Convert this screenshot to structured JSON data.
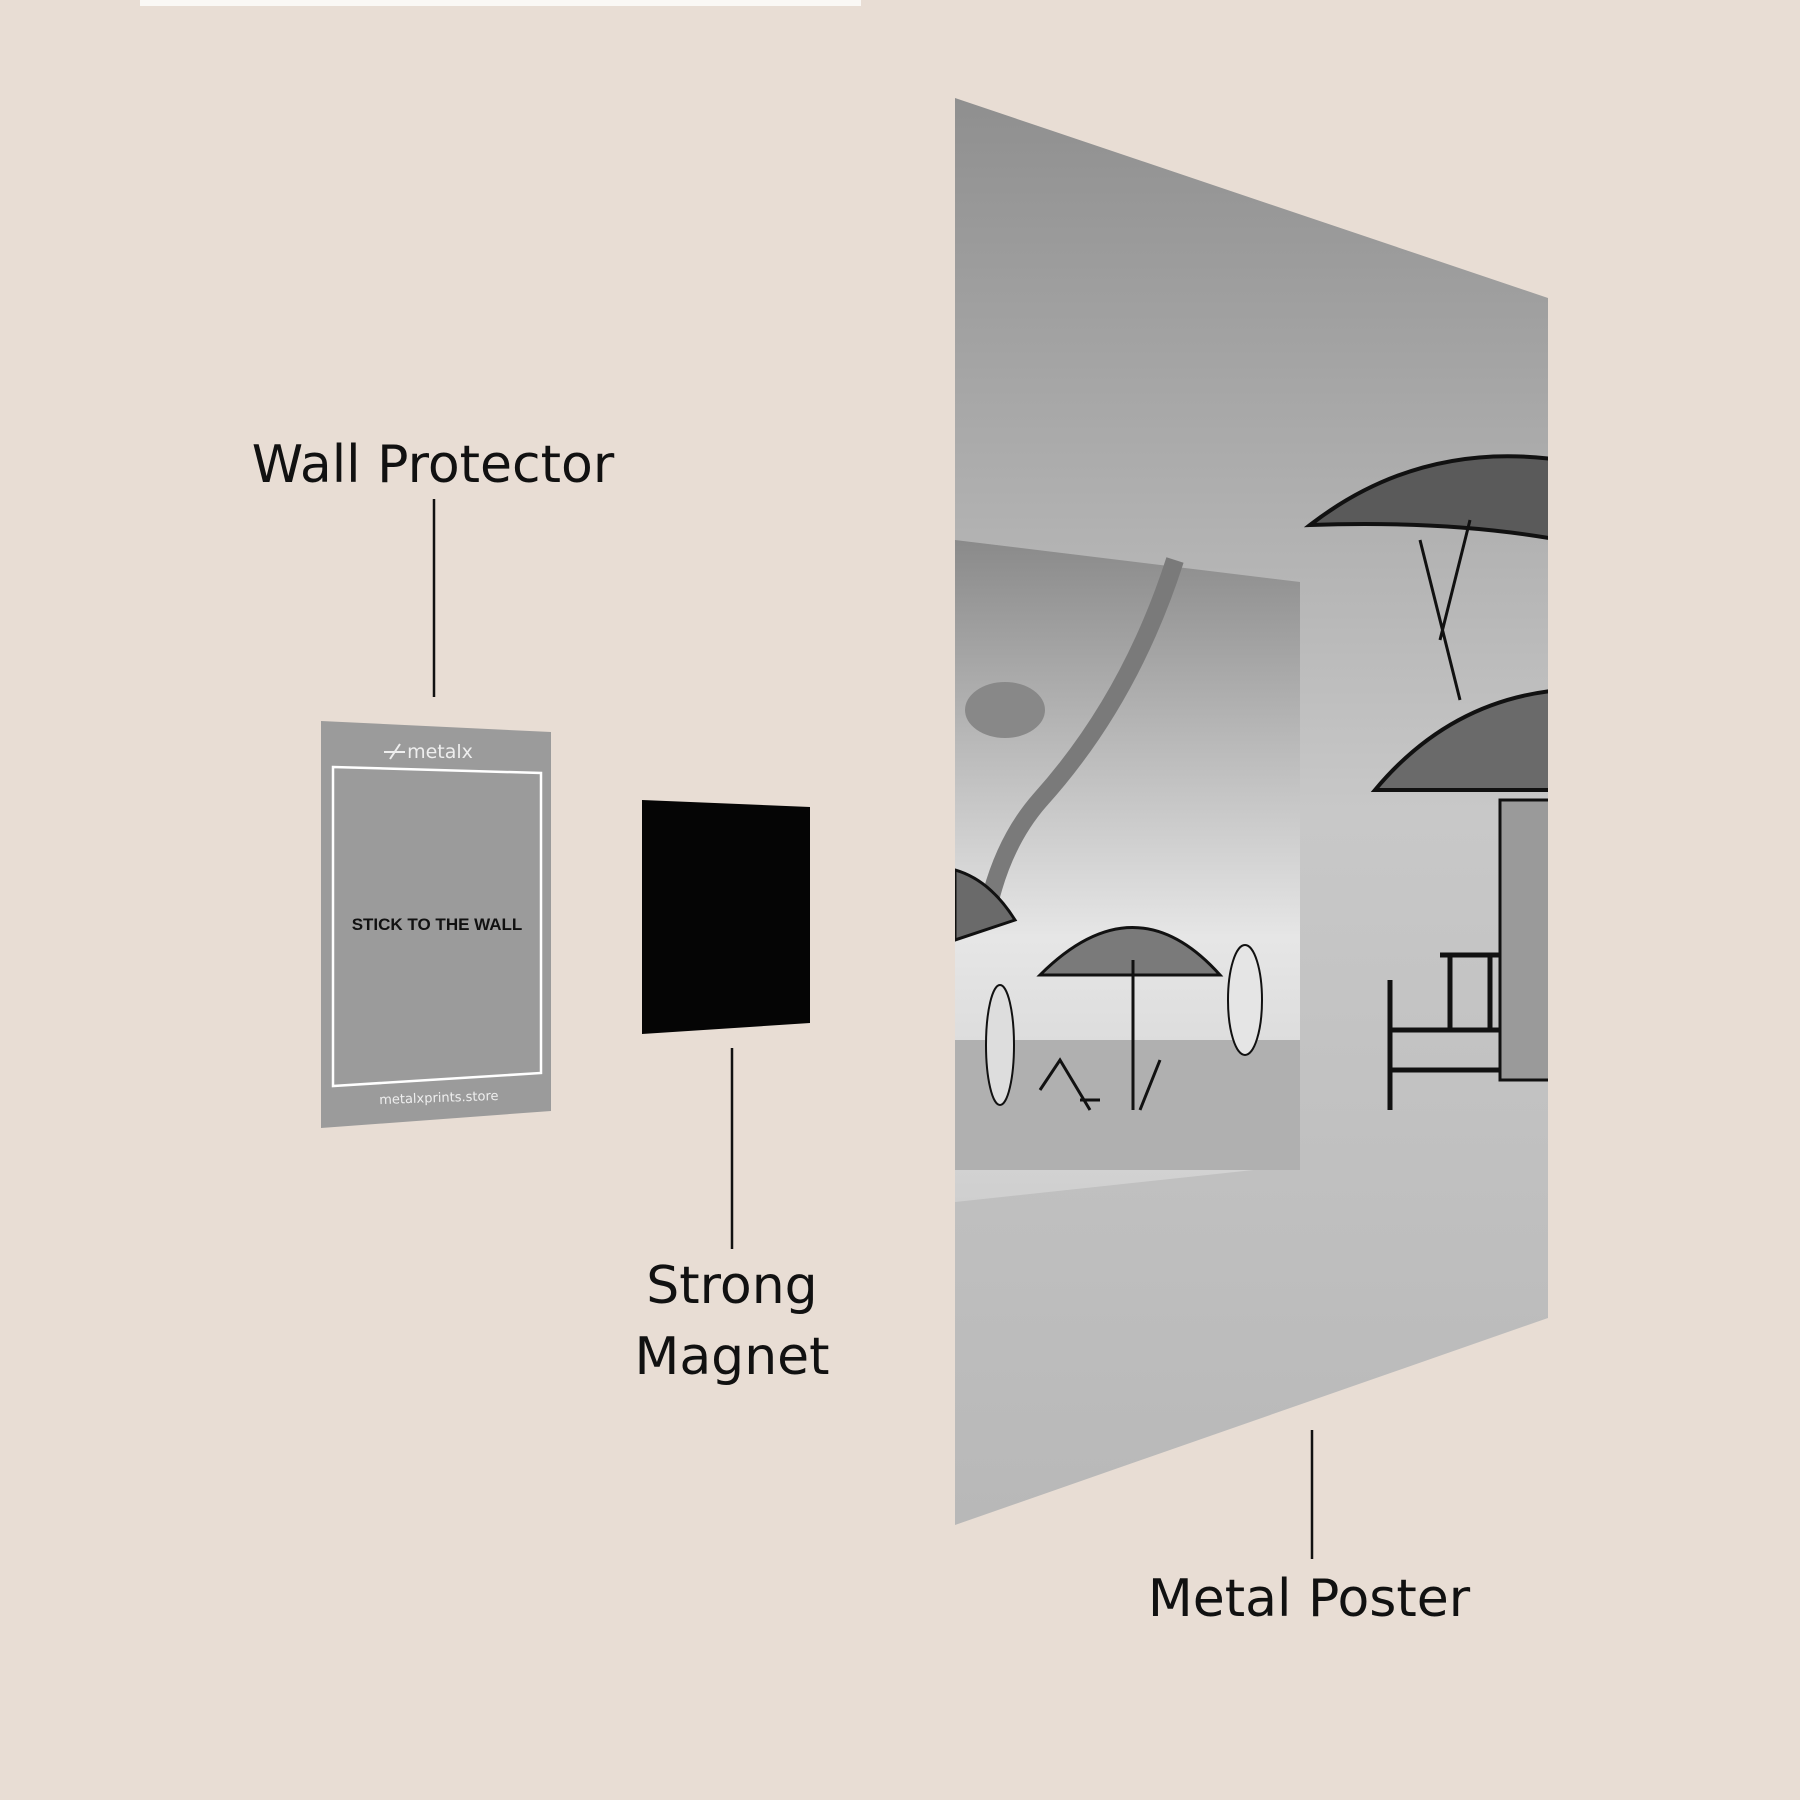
{
  "labels": {
    "wall_protector": "Wall Protector",
    "strong": "Strong",
    "magnet": "Magnet",
    "metal_poster": "Metal Poster"
  },
  "protector": {
    "brand": "metalx",
    "instruction": "STICK TO THE WALL",
    "website": "metalxprints.store"
  },
  "colors": {
    "background": "#e8ddd4",
    "protector": "#9b9b9b",
    "magnet": "#050505",
    "poster": "#b5b5b5"
  }
}
